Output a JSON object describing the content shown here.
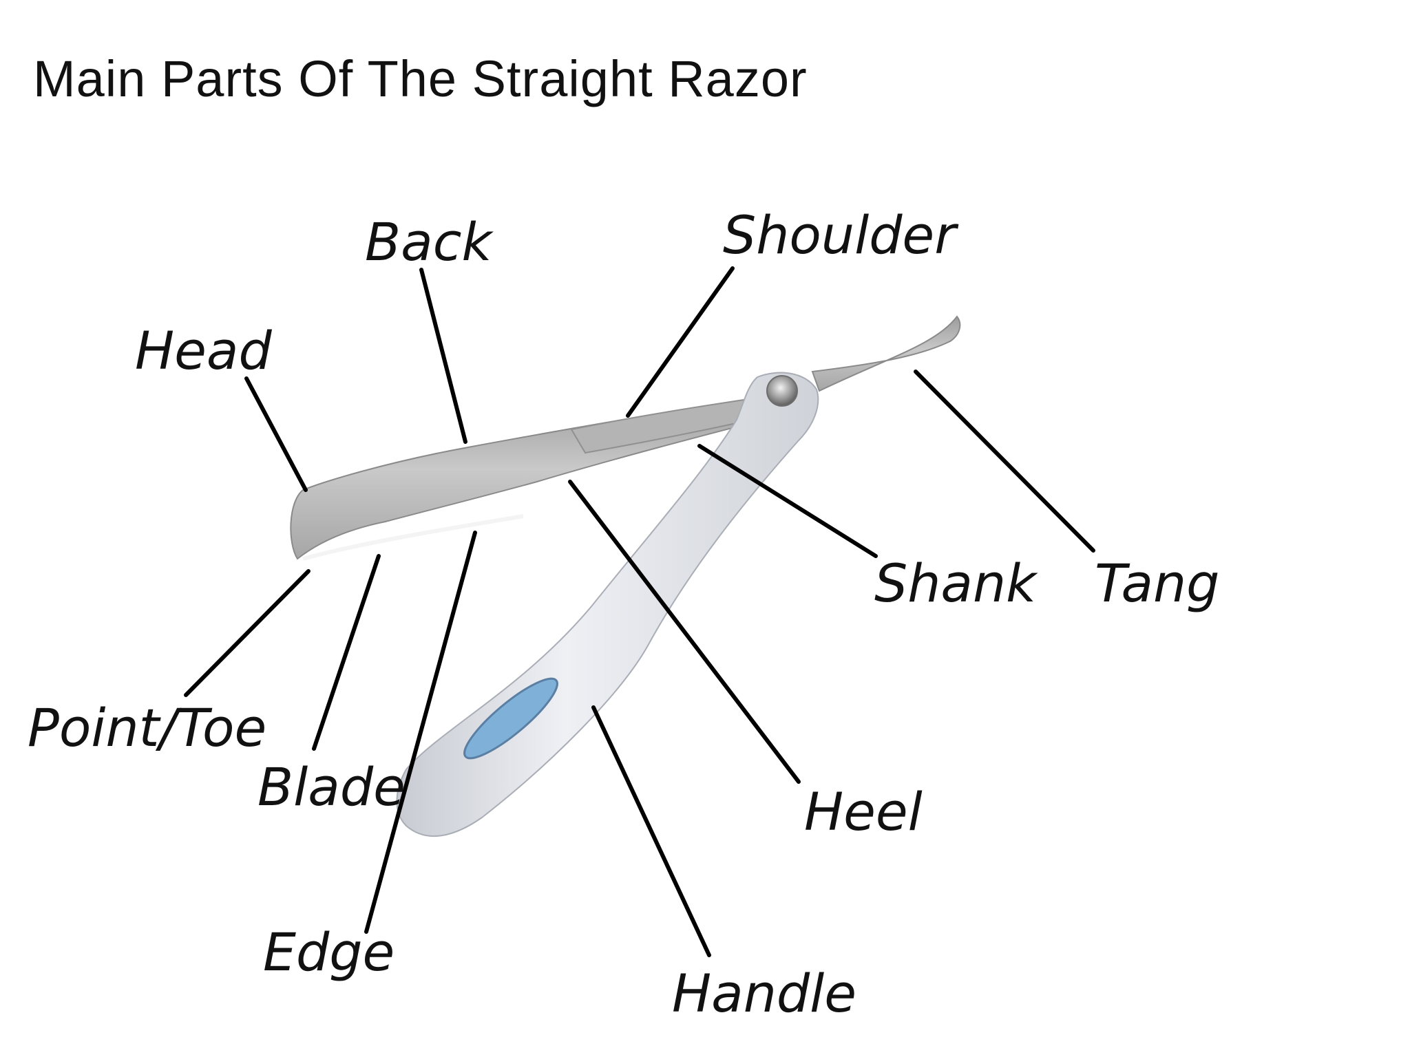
{
  "title": "Main Parts Of  The Straight Razor",
  "labels": {
    "back": "Back",
    "shoulder": "Shoulder",
    "head": "Head",
    "shank": "Shank",
    "tang": "Tang",
    "point_toe": "Point/Toe",
    "blade": "Blade",
    "heel": "Heel",
    "edge": "Edge",
    "handle": "Handle"
  },
  "colors": {
    "blade_steel": "#b9b9b9",
    "handle_white": "#e6e8ed",
    "badge_blue": "#7fb0d8",
    "leader_line": "#000000"
  }
}
